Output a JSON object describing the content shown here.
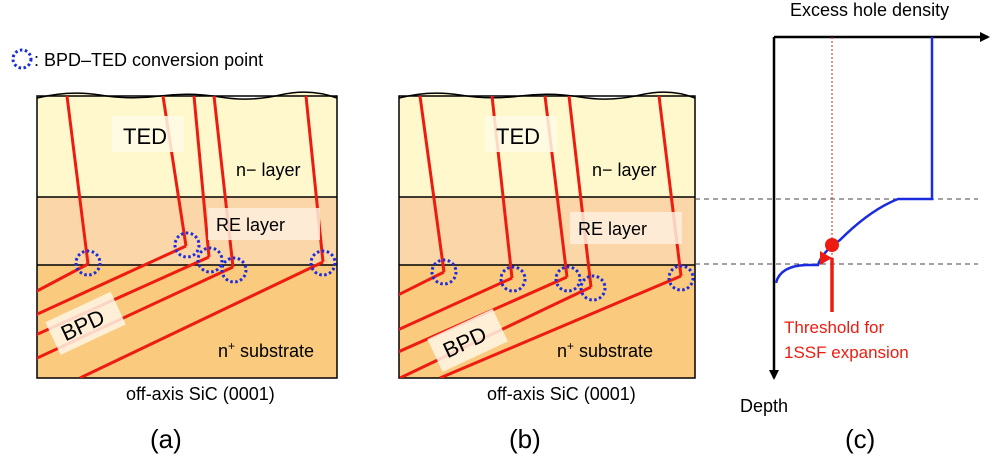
{
  "legend": {
    "label": ": BPD–TED conversion point"
  },
  "panels": [
    {
      "id": "a",
      "caption": "(a)",
      "substrate_caption": "off-axis SiC (0001)",
      "layers": {
        "n_minus": "n− layer",
        "re": "RE layer",
        "n_plus_prefix": "n",
        "n_plus_sup": "+",
        "n_plus_suffix": " substrate"
      },
      "labels": {
        "ted": "TED",
        "bpd": "BPD"
      }
    },
    {
      "id": "b",
      "caption": "(b)",
      "substrate_caption": "off-axis SiC (0001)",
      "layers": {
        "n_minus": "n− layer",
        "re": "RE layer",
        "n_plus_prefix": "n",
        "n_plus_sup": "+",
        "n_plus_suffix": " substrate"
      },
      "labels": {
        "ted": "TED",
        "bpd": "BPD"
      }
    }
  ],
  "plot": {
    "caption": "(c)",
    "x_axis_label": "Excess hole density",
    "y_axis_label": "Depth",
    "threshold_label_line1": "Threshold for",
    "threshold_label_line2": "1SSF expansion"
  },
  "colors": {
    "n_minus_layer": "#FEF8CC",
    "re_layer": "#FBD6A8",
    "substrate": "#FACB7E",
    "dislocation": "#EE1C10",
    "conversion_marker": "#1A2BE0",
    "profile_curve": "#1A2BE0",
    "threshold": "#EE1C10"
  }
}
